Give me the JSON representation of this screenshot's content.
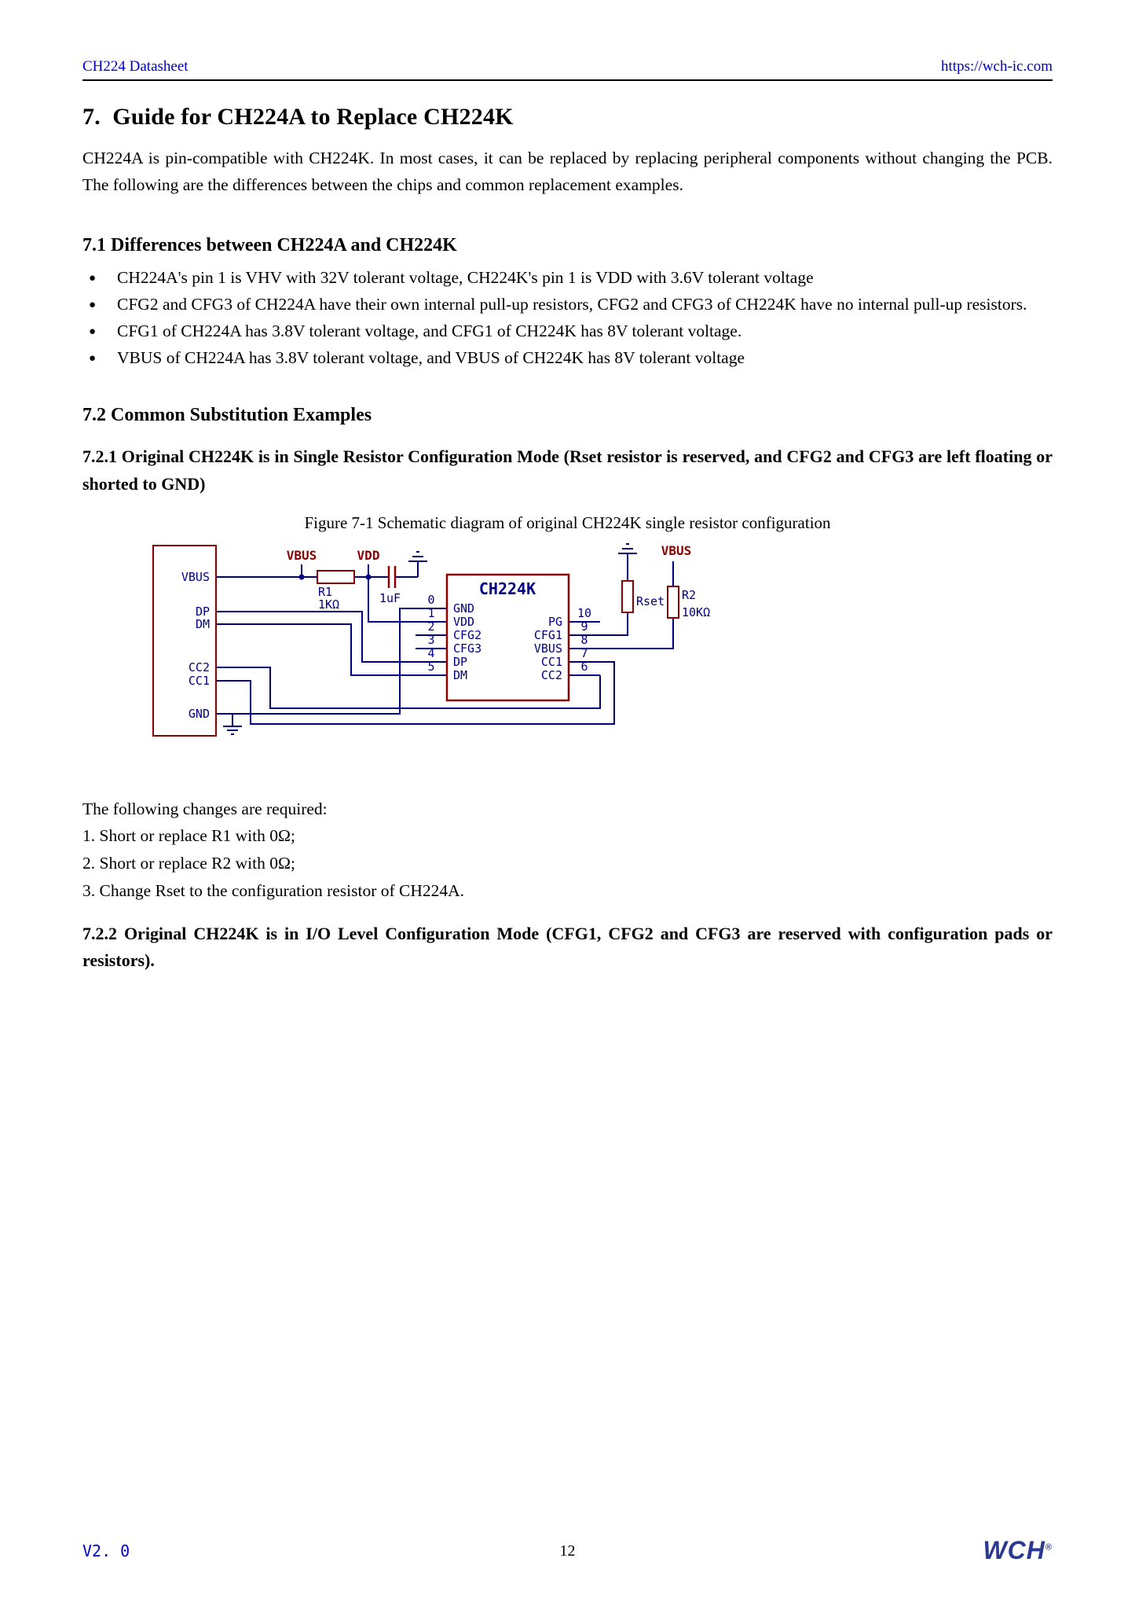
{
  "header": {
    "doc_title": "CH224 Datasheet",
    "url": "https://wch-ic.com"
  },
  "doc": {
    "section_title": "7.  Guide for CH224A to Replace CH224K",
    "intro": "CH224A is pin-compatible with CH224K. In most cases, it can be replaced by replacing peripheral components without changing the PCB. The following are the differences between the chips and common replacement examples.",
    "s71": {
      "heading": "7.1 Differences between CH224A and CH224K",
      "bullet_char": "●",
      "bullets": [
        "CH224A's pin 1 is VHV with 32V tolerant voltage, CH224K's pin 1 is VDD with 3.6V tolerant voltage",
        "CFG2 and CFG3 of CH224A have their own internal pull-up resistors, CFG2 and CFG3 of CH224K have no internal pull-up resistors.",
        "CFG1 of CH224A has 3.8V tolerant voltage, and CFG1 of CH224K has 8V tolerant voltage.",
        "VBUS of CH224A has 3.8V tolerant voltage, and VBUS of CH224K has 8V tolerant voltage"
      ]
    },
    "s72": {
      "heading": "7.2 Common Substitution Examples",
      "s721_heading": "7.2.1 Original CH224K is in Single Resistor Configuration Mode (Rset resistor is reserved, and CFG2 and CFG3 are left floating or shorted to GND)",
      "figure_caption": "Figure 7-1 Schematic diagram of original CH224K single resistor configuration",
      "changes_intro": "The following changes are required:",
      "changes": [
        "1. Short or replace R1 with 0Ω;",
        "2. Short or replace R2 with 0Ω;",
        "3. Change Rset to the configuration resistor of CH224A."
      ],
      "s722_heading": "7.2.2 Original CH224K is in I/O Level Configuration Mode (CFG1, CFG2 and CFG3 are reserved with configuration pads or resistors)."
    }
  },
  "schematic": {
    "connector": {
      "pins": [
        "VBUS",
        "DP",
        "DM",
        "CC2",
        "CC1",
        "GND"
      ]
    },
    "chip": {
      "title": "CH224K",
      "left_pins": [
        {
          "num": "0",
          "name": "GND"
        },
        {
          "num": "1",
          "name": "VDD"
        },
        {
          "num": "2",
          "name": "CFG2"
        },
        {
          "num": "3",
          "name": "CFG3"
        },
        {
          "num": "4",
          "name": "DP"
        },
        {
          "num": "5",
          "name": "DM"
        }
      ],
      "right_pins": [
        {
          "num": "10",
          "name": "PG"
        },
        {
          "num": "9",
          "name": "CFG1"
        },
        {
          "num": "8",
          "name": "VBUS"
        },
        {
          "num": "7",
          "name": "CC1"
        },
        {
          "num": "6",
          "name": "CC2"
        }
      ]
    },
    "labels": {
      "vbus_left": "VBUS",
      "vdd": "VDD",
      "r1_ref": "R1",
      "r1_val": "1KΩ",
      "cap_val": "1uF",
      "rset_ref": "Rset",
      "r2_ref": "R2",
      "r2_val": "10KΩ",
      "vbus_right": "VBUS"
    },
    "colors": {
      "wire": "#000084",
      "component_outline": "#8B0000",
      "net_label": "#8B0000"
    }
  },
  "footer": {
    "version": "V2. 0",
    "page_number": "12",
    "logo": "WCH",
    "logo_reg": "®"
  },
  "colors": {
    "link_blue": "#0000CC"
  }
}
